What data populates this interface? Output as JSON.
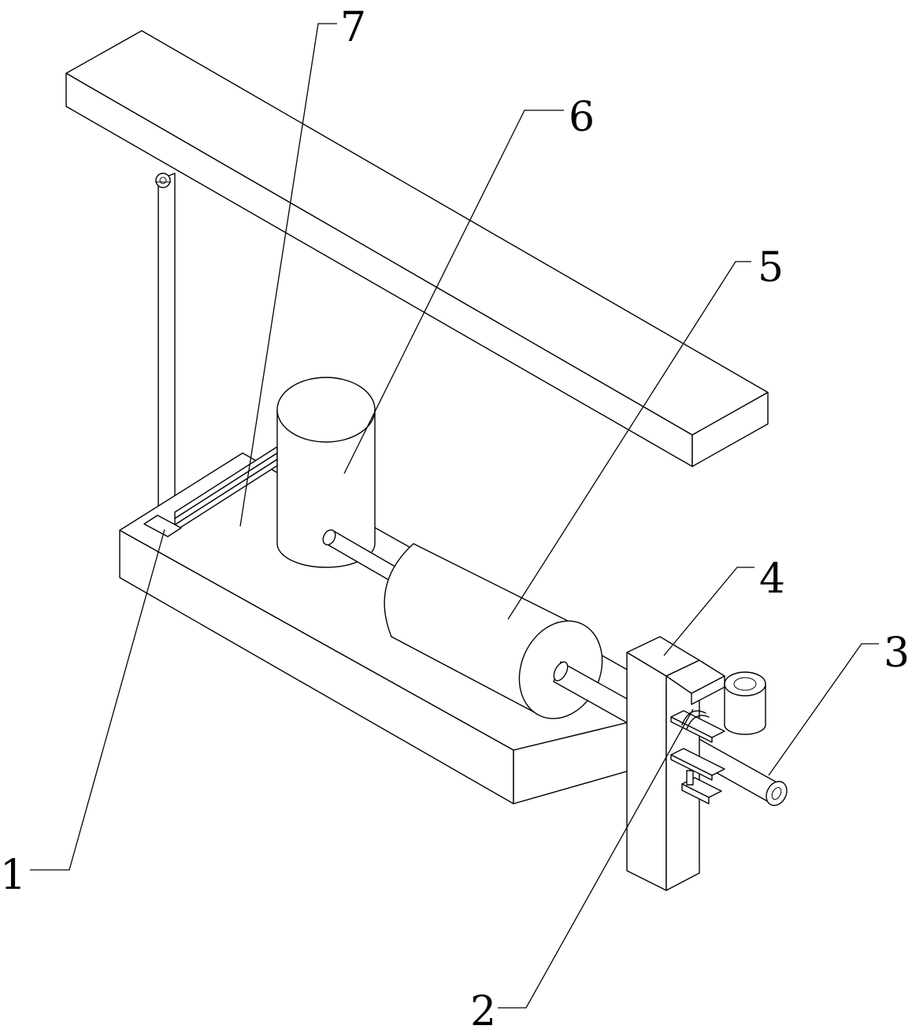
{
  "labels": {
    "part_1": "1",
    "part_2": "2",
    "part_3": "3",
    "part_4": "4",
    "part_5": "5",
    "part_6": "6",
    "part_7": "7"
  },
  "style": {
    "line_color": "#000000",
    "background": "#ffffff"
  }
}
